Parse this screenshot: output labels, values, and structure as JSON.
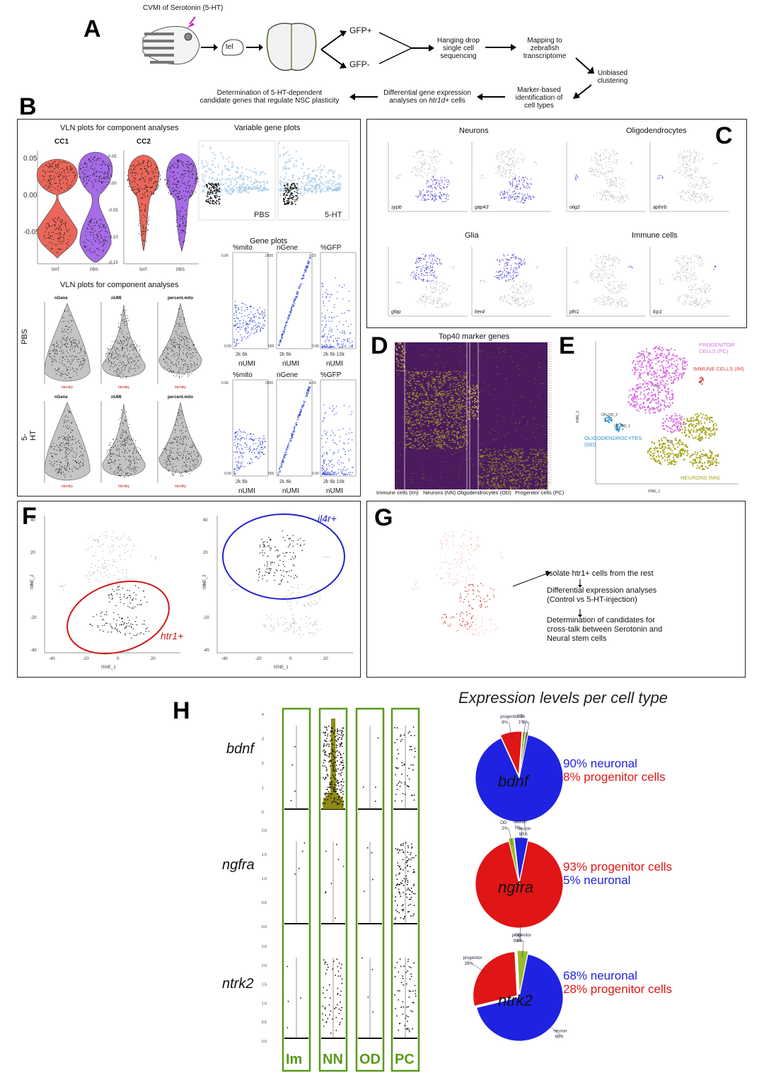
{
  "panels": {
    "a": "A",
    "b": "B",
    "c": "C",
    "d": "D",
    "e": "E",
    "f": "F",
    "g": "G",
    "h": "H"
  },
  "panelA": {
    "cvmi": "CVMI of Serotonin (5-HT)",
    "tel": "tel",
    "gfp_pos": "GFP+",
    "gfp_neg": "GFP-",
    "hanging": [
      "Hanging drop",
      "single cell",
      "sequencing"
    ],
    "mapping": [
      "Mapping to",
      "zebrafish",
      "transcriptome"
    ],
    "unbiased": [
      "Unbiased",
      "clustering"
    ],
    "marker": [
      "Marker-based",
      "identification of",
      "cell types"
    ],
    "diffexp": [
      "Differential gene expression"
    ],
    "diffexp2_prefix": "analyses on ",
    "diffexp2_gene": "htr1d+",
    "diffexp2_suffix": " cells",
    "determination": [
      "Determination of 5-HT-dependent",
      "candidate genes that regulate NSC plasticity"
    ]
  },
  "panelB": {
    "vln_title1": "VLN plots for component analyses",
    "cc1": "CC1",
    "cc2": "CC2",
    "var_title": "Variable gene plots",
    "pbs": "PBS",
    "sht": "5-HT",
    "gene_title": "Gene plots",
    "vln_title2": "VLN plots for component analyses",
    "vln_cols": [
      "nGene",
      "nUMI",
      "percent.mito"
    ],
    "rows": [
      "PBS",
      "5-HT"
    ],
    "identity": "Identity",
    "gp_cols": [
      "%mito",
      "nGene",
      "%GFP"
    ],
    "nUMI": "nUMI",
    "cc_ticks": [
      "0.05",
      "0.00",
      "-0.05"
    ],
    "cc2_ticks": [
      "0.05",
      "0.00",
      "-0.05",
      "-0.10",
      "-0.15"
    ],
    "x_ticks": [
      "5HT",
      "PBS"
    ],
    "mito_ticks": [
      "0.06",
      "0.00"
    ],
    "ngene_ticks": [
      "2500",
      "500"
    ],
    "gfp_ticks": [
      "0.15",
      "0.00"
    ],
    "umi_ticks_a": "2k  6k",
    "umi_ticks_b": "2k  6k  10k"
  },
  "panelC": {
    "groups": [
      "Neurons",
      "Oligodendrocytes",
      "Glia",
      "Immune cells"
    ],
    "genes": [
      "sypb",
      "gap43",
      "olig2",
      "aplnrb",
      "gfap",
      "her4",
      "pfn1",
      "lcp1"
    ]
  },
  "panelD": {
    "title": "Top40 marker genes",
    "xlabels": [
      "Immune cells (Im)",
      "Neurons (NN)",
      "Oligodendrocytes (OD)",
      "Progenitor cells (PC)"
    ]
  },
  "panelE": {
    "pc": [
      "PROGENITOR",
      "CELLS (PC)"
    ],
    "im": "IMMUNE CELLS (IM)",
    "od": [
      "OLIGODENDROCYTES",
      "(OD)"
    ],
    "nn": "NEURONS (NN)",
    "xlabel": "tSNE_1",
    "ylabel": "tSNE_2",
    "odsub": [
      "OP_OD_2",
      "OP_OD_1"
    ],
    "small": [
      "PC",
      "NN"
    ]
  },
  "panelF": {
    "il4r": "il4r+",
    "htr1": "htr1+",
    "xlabel": "tSNE_1",
    "ylabel": "tSNE_2",
    "xticks": [
      "-40",
      "-20",
      "0",
      "20"
    ],
    "yticks": [
      "40",
      "20",
      "0",
      "-20",
      "-40"
    ]
  },
  "panelG": {
    "step1": "Isolate htr1+ cells from the rest",
    "step2": [
      "Differential expression analyses",
      "(Control vs 5-HT-injection)"
    ],
    "step3": [
      "Determination of candidates for",
      "cross-talk between Serotonin and",
      "Neural stem cells"
    ]
  },
  "panelH": {
    "title": "Expression levels per cell type",
    "col_labels": [
      "Im",
      "NN",
      "OD",
      "PC"
    ],
    "genes": [
      {
        "name": "bdnf",
        "line1": "90% neuronal",
        "line2": "8% progenitor cells",
        "slices": [
          {
            "label": "neuron",
            "pct": "90%",
            "value": 90,
            "color": "#1f22e0"
          },
          {
            "label": "progenitor",
            "pct": "8%",
            "value": 8,
            "color": "#e01515"
          },
          {
            "label": "OD",
            "pct": "1%",
            "value": 1,
            "color": "#9bbb2e"
          },
          {
            "label": "im",
            "pct": "1%",
            "value": 1,
            "color": "#7d7d7d"
          }
        ],
        "yticks": [
          "4",
          "3",
          "2",
          "1",
          "0"
        ]
      },
      {
        "name": "ngfra",
        "line1": "93% progenitor cells",
        "line2": "5% neuronal",
        "slices": [
          {
            "label": "progenitor",
            "pct": "93%",
            "value": 93,
            "color": "#e01515"
          },
          {
            "label": "OD",
            "pct": "2%",
            "value": 2,
            "color": "#9bbb2e"
          },
          {
            "label": "im",
            "pct": "0%",
            "value": 0,
            "color": "#7d7d7d"
          },
          {
            "label": "neuron",
            "pct": "5%",
            "value": 5,
            "color": "#1f22e0"
          }
        ],
        "yticks": [
          "2.0",
          "1.5",
          "1.0",
          "0.5",
          "0.0"
        ]
      },
      {
        "name": "ntrk2",
        "line1": "68% neuronal",
        "line2": "28% progenitor cells",
        "slices": [
          {
            "label": "neuron",
            "pct": "68%",
            "value": 68,
            "color": "#1f22e0"
          },
          {
            "label": "progenitor",
            "pct": "28%",
            "value": 28,
            "color": "#e01515"
          },
          {
            "label": "OD",
            "pct": "4%",
            "value": 4,
            "color": "#9bbb2e"
          },
          {
            "label": "im",
            "pct": "0%",
            "value": 0,
            "color": "#7d7d7d"
          }
        ],
        "yticks": [
          "2.5",
          "2.0",
          "1.5",
          "1.0",
          "0.5",
          "0.0"
        ]
      }
    ]
  },
  "colors": {
    "neuron": "#1f22e0",
    "progenitor": "#e01515",
    "od": "#9bbb2e",
    "frame_green": "#5a9a1a",
    "nn_violin": "#8f8a14",
    "vln_red": "#e9675a",
    "vln_purple": "#a66be6",
    "pc_pink": "#da6fe0",
    "nn_olive": "#a7a41e",
    "od_blue": "#2a8fc9",
    "im_red": "#d2473c"
  }
}
